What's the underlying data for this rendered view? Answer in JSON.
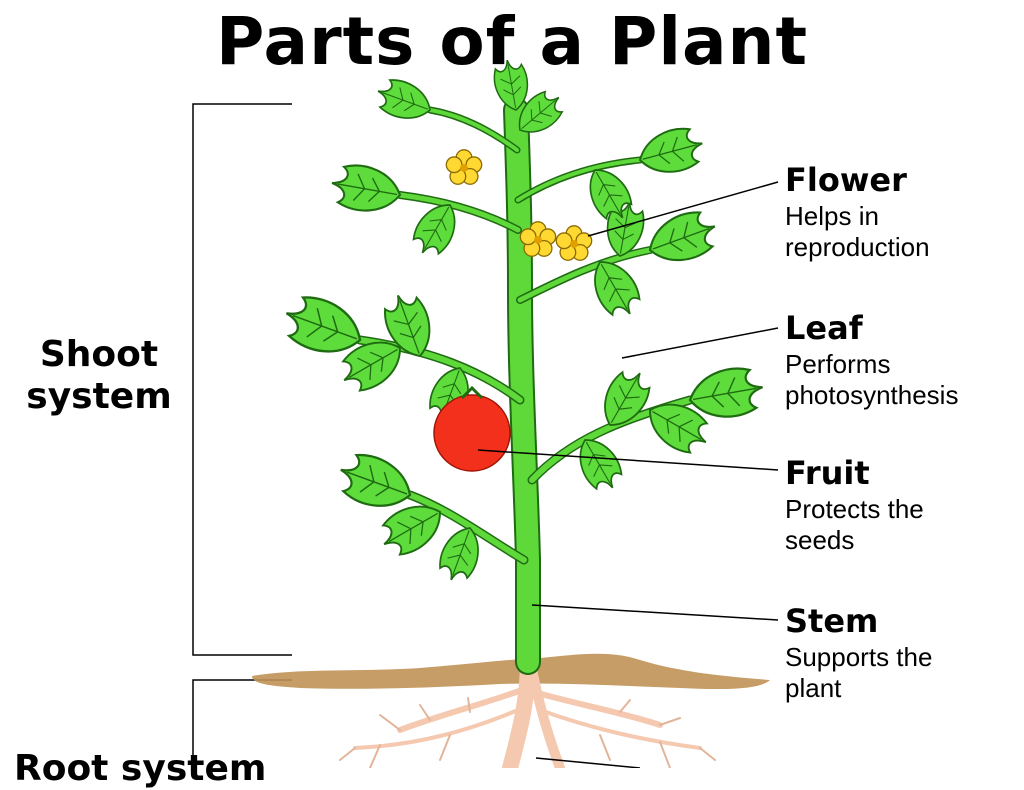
{
  "title": "Parts of a Plant",
  "systems": {
    "shoot": "Shoot system",
    "root": "Root system"
  },
  "parts": [
    {
      "name": "Flower",
      "description": "Helps in\nreproduction"
    },
    {
      "name": "Leaf",
      "description": "Performs\nphotosynthesis"
    },
    {
      "name": "Fruit",
      "description": "Protects the\nseeds"
    },
    {
      "name": "Stem",
      "description": "Supports the\nplant"
    }
  ],
  "colors": {
    "leaf": "#5ddc3b",
    "leaf_outline": "#1f6b12",
    "stem": "#5fd83a",
    "fruit": "#f2301c",
    "flower": "#ffd932",
    "soil": "#c09255",
    "root": "#f5c9b0"
  }
}
